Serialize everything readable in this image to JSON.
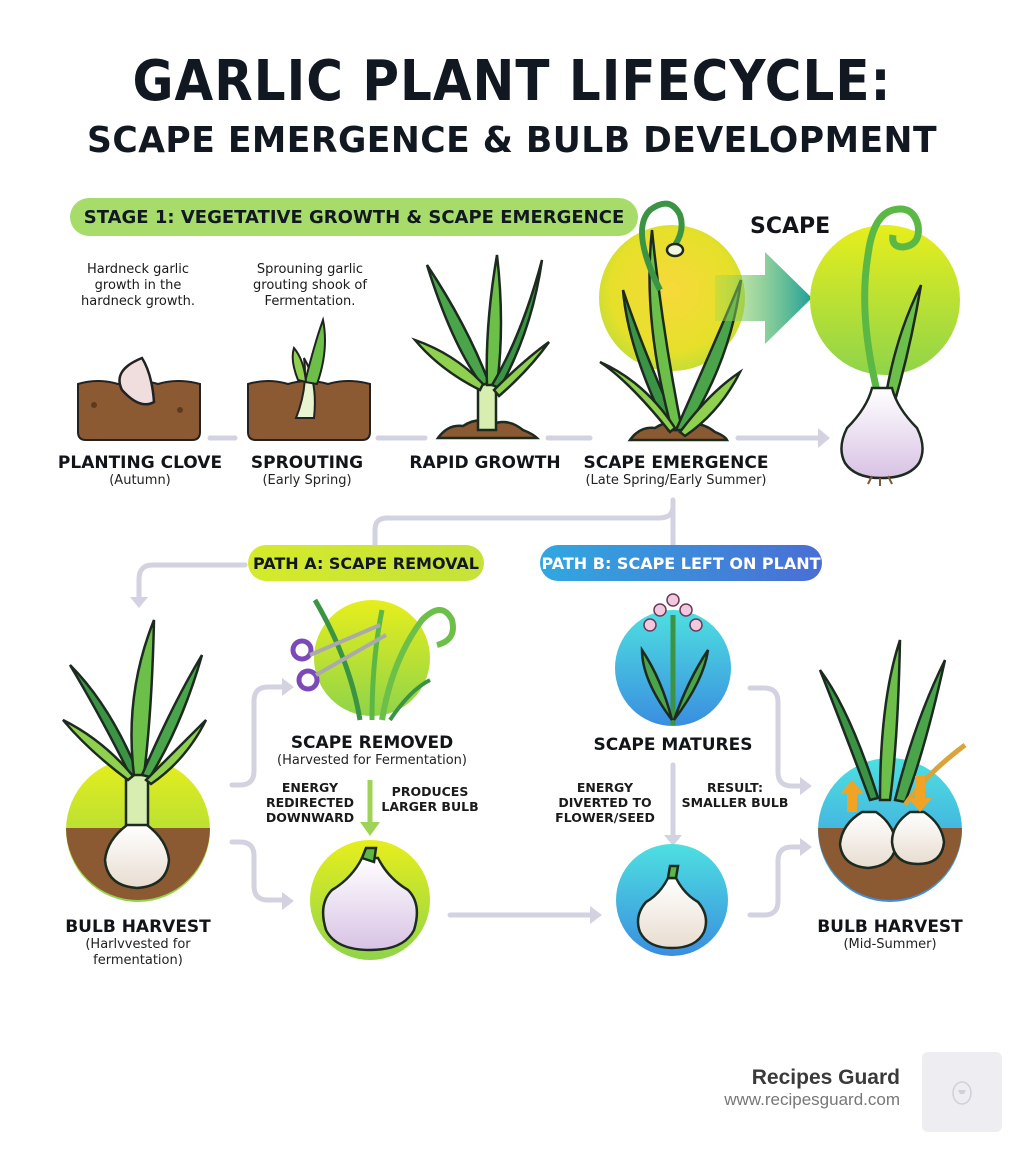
{
  "title": {
    "line1": "GARLIC PLANT LIFECYCLE:",
    "line2": "SCAPE EMERGENCE & BULB DEVELOPMENT"
  },
  "stage1": {
    "banner": "STAGE 1: VEGETATIVE GROWTH & SCAPE EMERGENCE",
    "descriptions": [
      {
        "line1": "Hardneck garlic",
        "line2": "growth in the",
        "line3": "hardneck growth."
      },
      {
        "line1": "Sprouning garlic",
        "line2": "grouting shook of",
        "line3": "Fermentation."
      }
    ],
    "steps": [
      {
        "label": "PLANTING CLOVE",
        "sub": "(Autumn)",
        "icon": "clove-in-soil-icon"
      },
      {
        "label": "SPROUTING",
        "sub": "(Early Spring)",
        "icon": "sprout-icon"
      },
      {
        "label": "RAPID GROWTH",
        "sub": "",
        "icon": "garlic-plant-icon"
      },
      {
        "label": "SCAPE EMERGENCE",
        "sub": "(Late Spring/Early Summer)",
        "icon": "plant-with-scape-icon"
      }
    ],
    "scape_callout": "SCAPE"
  },
  "paths": {
    "a": {
      "banner": "PATH A: SCAPE REMOVAL",
      "step": {
        "label": "SCAPE REMOVED",
        "sub": "(Harvested for Fermentation)",
        "icon": "scissors-cutting-scape-icon"
      },
      "note_left": {
        "line1": "ENERGY",
        "line2": "REDIRECTED",
        "line3": "DOWNWARD"
      },
      "note_right": {
        "line1": "PRODUCES",
        "line2": "LARGER BULB"
      },
      "harvest": {
        "label": "BULB HARVEST",
        "sub1": "(Harlvvested for",
        "sub2": "fermentation)"
      },
      "color": "#c6e23a"
    },
    "b": {
      "banner": "PATH B: SCAPE LEFT ON PLANT",
      "step": {
        "label": "SCAPE MATURES",
        "icon": "flowering-scape-icon"
      },
      "note_left": {
        "line1": "ENERGY",
        "line2": "DIVERTED TO",
        "line3": "FLOWER/SEED"
      },
      "note_right": {
        "line1": "RESULT:",
        "line2": "SMALLER BULB"
      },
      "harvest": {
        "label": "BULB HARVEST",
        "sub": "(Mid-Summer)"
      },
      "color": "#3f8fdc"
    }
  },
  "brand": {
    "name": "Recipes Guard",
    "url": "www.recipesguard.com"
  },
  "colors": {
    "title": "#121821",
    "stage_pill": "#a8dc6a",
    "soil": "#8a5a34",
    "leaf_dark": "#2e8b3e",
    "leaf_light": "#8fd14f",
    "bulb": "#e6d6ea",
    "connector": "#cfcfe0"
  }
}
